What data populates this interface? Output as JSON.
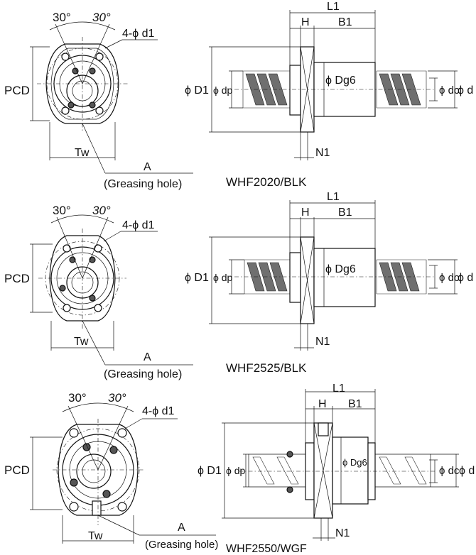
{
  "views": [
    {
      "model": "WHF2020/BLK",
      "labels": {
        "angle_left": "30°",
        "angle_right": "30°",
        "hole_spec": "4-ϕ d1",
        "pcd": "PCD",
        "tw": "Tw",
        "grease_a": "A",
        "grease_hole": "(Greasing hole)",
        "l1": "L1",
        "h": "H",
        "b1": "B1",
        "n1": "N1",
        "d1": "ϕ D1",
        "dp": "ϕ dp",
        "dg6": "ϕ Dg6",
        "dc": "ϕ dc",
        "d": "ϕ d"
      }
    },
    {
      "model": "WHF2525/BLK",
      "labels": {
        "angle_left": "30°",
        "angle_right": "30°",
        "hole_spec": "4-ϕ d1",
        "pcd": "PCD",
        "tw": "Tw",
        "grease_a": "A",
        "grease_hole": "(Greasing hole)",
        "l1": "L1",
        "h": "H",
        "b1": "B1",
        "n1": "N1",
        "d1": "ϕ D1",
        "dp": "ϕ dp",
        "dg6": "ϕ Dg6",
        "dc": "ϕ dc",
        "d": "ϕ d"
      }
    },
    {
      "model": "WHF2550/WGF",
      "labels": {
        "angle_left": "30°",
        "angle_right": "30°",
        "hole_spec": "4-ϕ d1",
        "pcd": "PCD",
        "tw": "Tw",
        "grease_a": "A",
        "grease_hole": "(Greasing hole)",
        "l1": "L1",
        "h": "H",
        "b1": "B1",
        "n1": "N1",
        "d1": "ϕ D1",
        "dp": "ϕ dp",
        "dg6": "ϕ Dg6",
        "dc": "ϕ dc",
        "d": "ϕ d"
      }
    }
  ]
}
